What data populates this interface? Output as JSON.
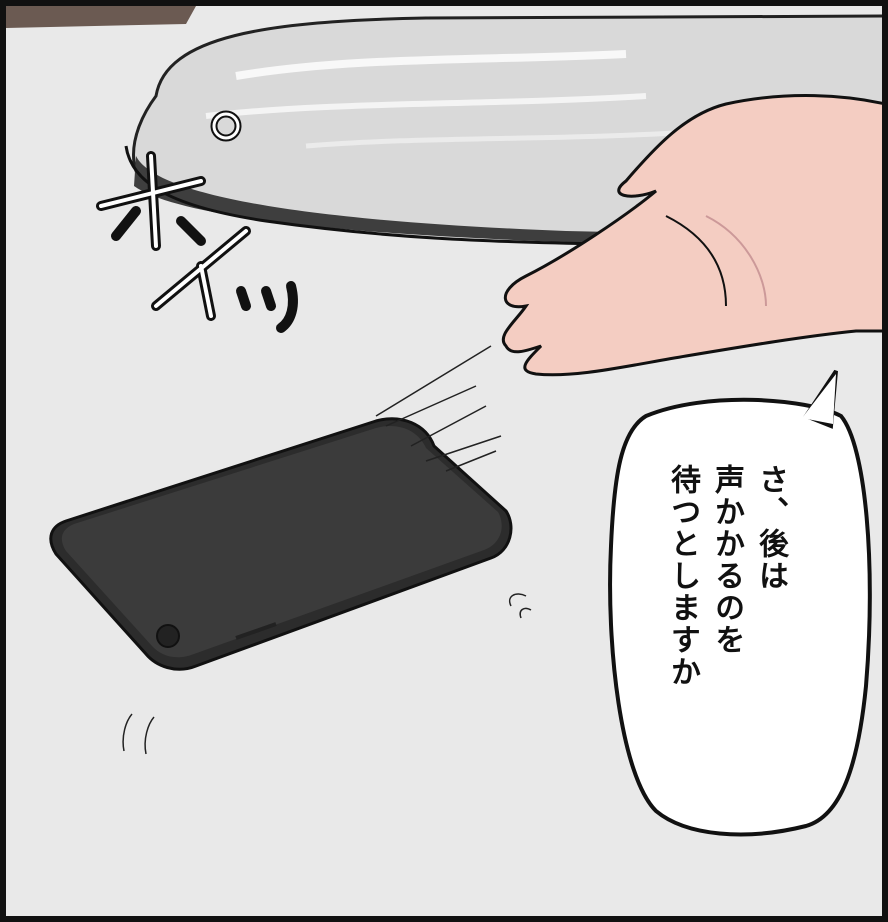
{
  "speech_bubble": {
    "lines": [
      "さ、後は",
      "声かかるのを",
      "待つとしますか"
    ]
  },
  "sound_effect": {
    "text": "ポイッ"
  },
  "colors": {
    "floor": "#e9e9e9",
    "bed": "#d7d7d7",
    "bed_shadow": "#555555",
    "phone": "#3a3a3a",
    "skin": "#f2c9c0",
    "outline": "#111111"
  }
}
